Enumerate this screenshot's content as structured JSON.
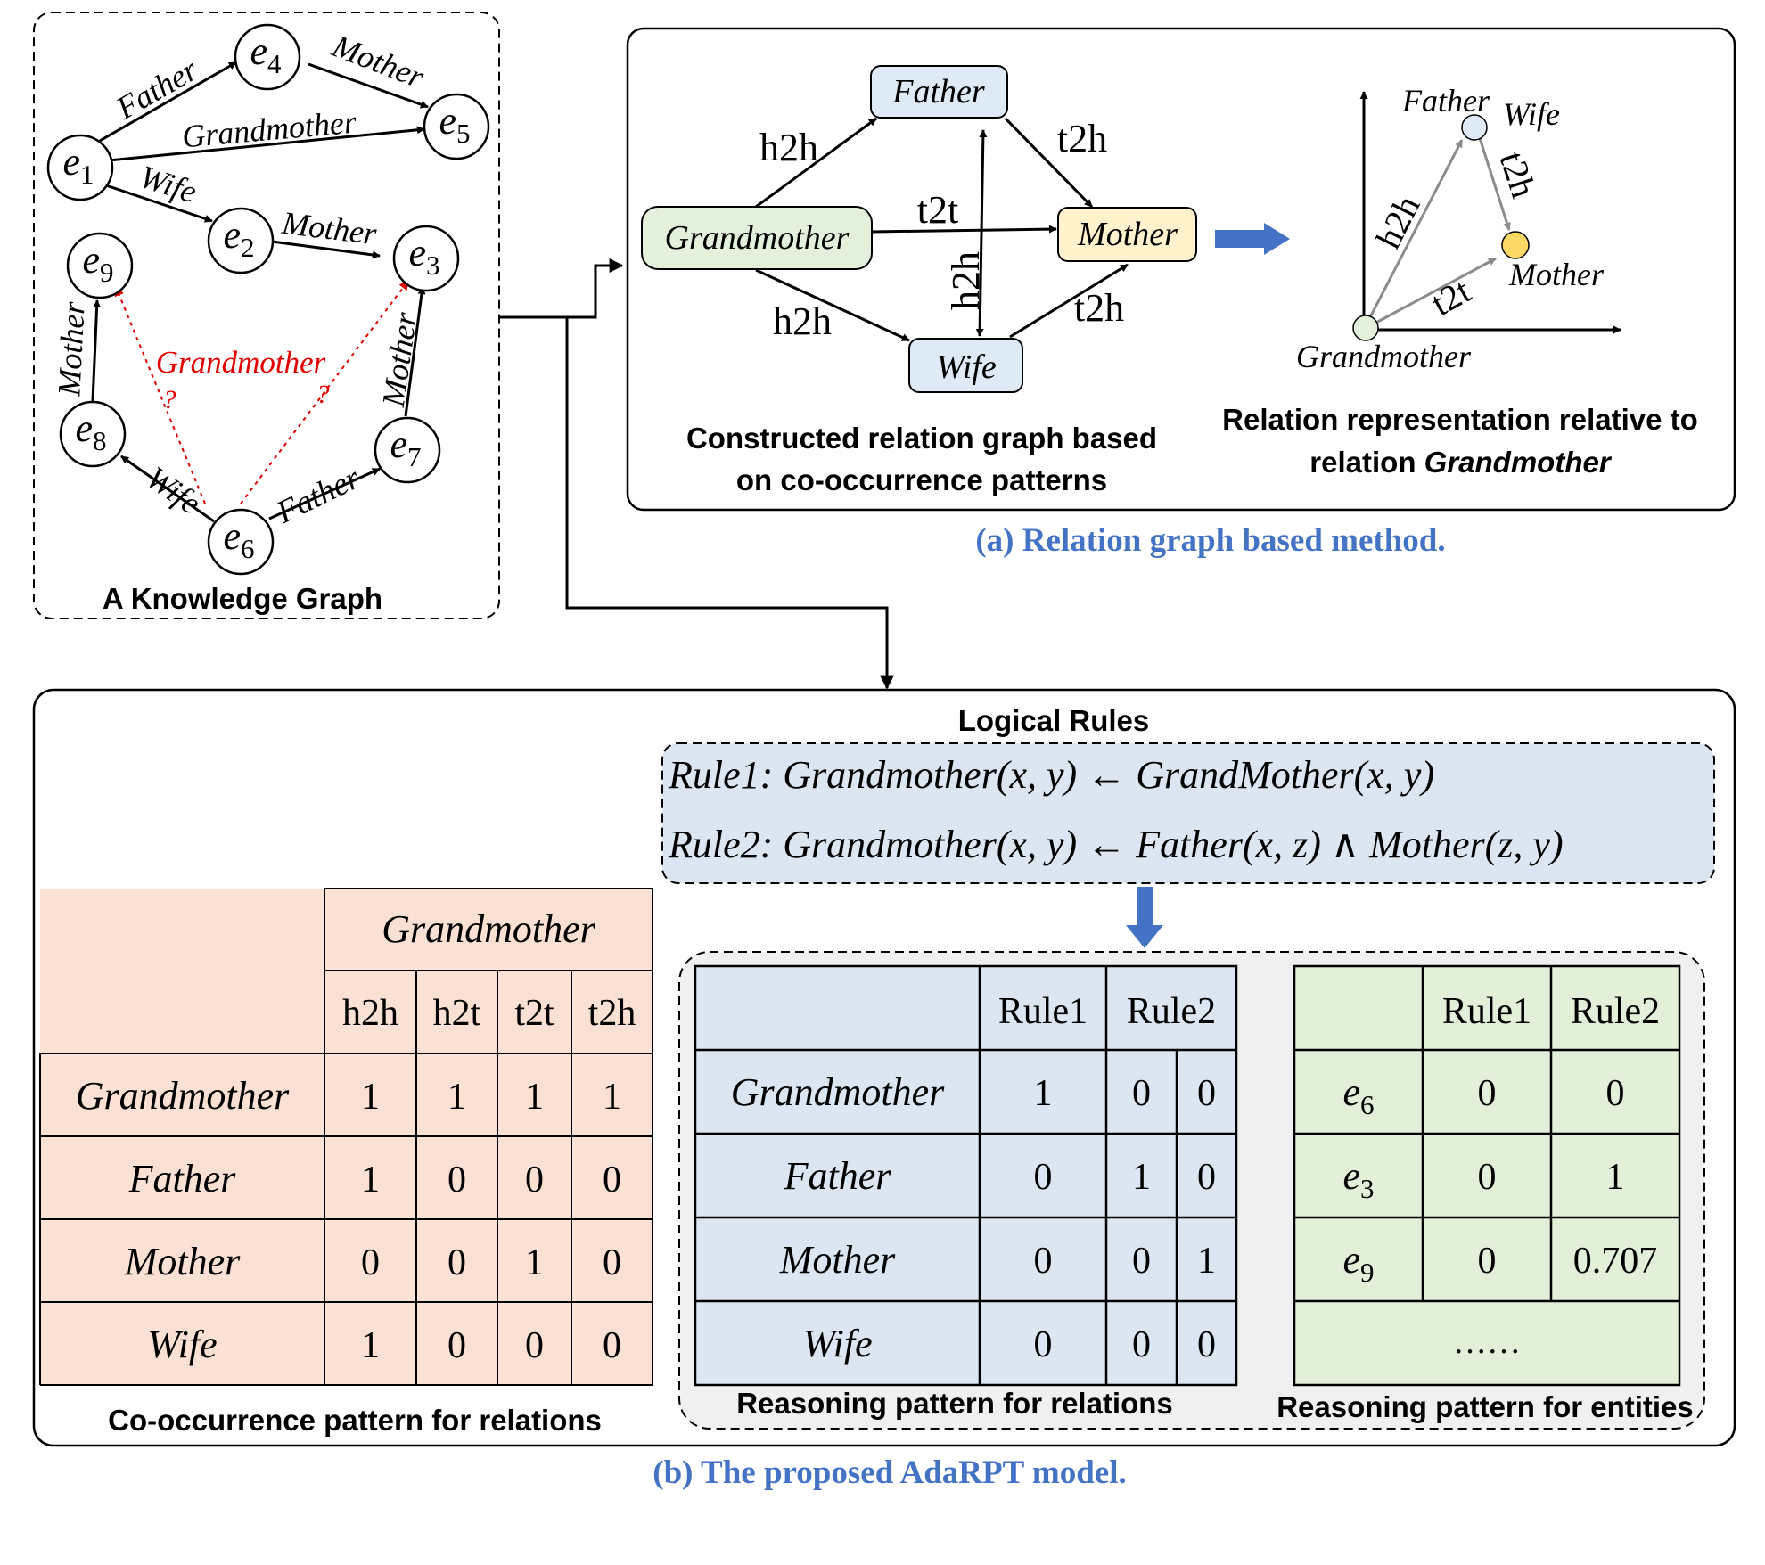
{
  "kg": {
    "title": "A Knowledge Graph",
    "entities": [
      {
        "id": "e1",
        "label": "e",
        "sub": "1"
      },
      {
        "id": "e2",
        "label": "e",
        "sub": "2"
      },
      {
        "id": "e3",
        "label": "e",
        "sub": "3"
      },
      {
        "id": "e4",
        "label": "e",
        "sub": "4"
      },
      {
        "id": "e5",
        "label": "e",
        "sub": "5"
      },
      {
        "id": "e6",
        "label": "e",
        "sub": "6"
      },
      {
        "id": "e7",
        "label": "e",
        "sub": "7"
      },
      {
        "id": "e8",
        "label": "e",
        "sub": "8"
      },
      {
        "id": "e9",
        "label": "e",
        "sub": "9"
      }
    ],
    "edges": [
      {
        "label": "Father"
      },
      {
        "label": "Mother"
      },
      {
        "label": "Grandmother"
      },
      {
        "label": "Wife"
      },
      {
        "label": "Mother"
      },
      {
        "label": "Mother"
      },
      {
        "label": "Mother"
      },
      {
        "label": "Wife"
      },
      {
        "label": "Father"
      }
    ],
    "query": {
      "label": "Grandmother",
      "mark1": "?",
      "mark2": "?"
    }
  },
  "relation_graph": {
    "nodes": {
      "father": "Father",
      "grandmother": "Grandmother",
      "mother": "Mother",
      "wife": "Wife"
    },
    "edges": {
      "h2h_father": "h2h",
      "t2h_mother": "t2h",
      "t2t": "t2t",
      "h2h_wife": "h2h",
      "h2h_vertical": "h2h",
      "t2h_wife": "t2h"
    },
    "caption_line1": "Constructed relation graph based",
    "caption_line2": "on co-occurrence patterns"
  },
  "relation_repr": {
    "father": "Father",
    "wife": "Wife",
    "mother": "Mother",
    "grandmother": "Grandmother",
    "h2h": "h2h",
    "t2h": "t2h",
    "t2t": "t2t",
    "caption_line1": "Relation representation relative to",
    "caption_prefix": "relation ",
    "caption_italic": "Grandmother"
  },
  "section_a_caption": "(a) Relation graph based method.",
  "section_b_caption": "(b) The  proposed AdaRPT model.",
  "rules": {
    "title": "Logical Rules",
    "rule1": "Rule1: Grandmother(x, y) ← GrandMother(x, y)",
    "rule2": "Rule2: Grandmother(x, y) ← Father(x, z) ∧ Mother(z, y)"
  },
  "cooc_table": {
    "group_header": "Grandmother",
    "cols": [
      "h2h",
      "h2t",
      "t2t",
      "t2h"
    ],
    "rows": [
      {
        "label": "Grandmother",
        "values": [
          "1",
          "1",
          "1",
          "1"
        ]
      },
      {
        "label": "Father",
        "values": [
          "1",
          "0",
          "0",
          "0"
        ]
      },
      {
        "label": "Mother",
        "values": [
          "0",
          "0",
          "1",
          "0"
        ]
      },
      {
        "label": "Wife",
        "values": [
          "1",
          "0",
          "0",
          "0"
        ]
      }
    ],
    "caption": "Co-occurrence pattern for relations"
  },
  "rel_pattern_table": {
    "headers": [
      "Rule1",
      "Rule2"
    ],
    "rows": [
      {
        "label": "Grandmother",
        "values": [
          "1",
          "0",
          "0"
        ]
      },
      {
        "label": "Father",
        "values": [
          "0",
          "1",
          "0"
        ]
      },
      {
        "label": "Mother",
        "values": [
          "0",
          "0",
          "1"
        ]
      },
      {
        "label": "Wife",
        "values": [
          "0",
          "0",
          "0"
        ]
      }
    ],
    "caption": "Reasoning pattern for relations"
  },
  "ent_pattern_table": {
    "headers": [
      "Rule1",
      "Rule2"
    ],
    "rows": [
      {
        "label": "e",
        "sub": "6",
        "values": [
          "0",
          "0"
        ]
      },
      {
        "label": "e",
        "sub": "3",
        "values": [
          "0",
          "1"
        ]
      },
      {
        "label": "e",
        "sub": "9",
        "values": [
          "0",
          "0.707"
        ]
      }
    ],
    "ellipsis": "……",
    "caption": "Reasoning pattern  for entities"
  },
  "colors": {
    "peach": "#fae1d3",
    "blue_table": "#dce6f3",
    "green_table": "#e2efd9",
    "node_green": "#e3f0dc",
    "node_blue": "#deebf7",
    "node_yellow": "#fff2cc",
    "caption_blue": "#4472c4",
    "arrow_blue": "#4472c4",
    "query_red": "#e00000",
    "panel_gray": "#f0f0f0"
  }
}
